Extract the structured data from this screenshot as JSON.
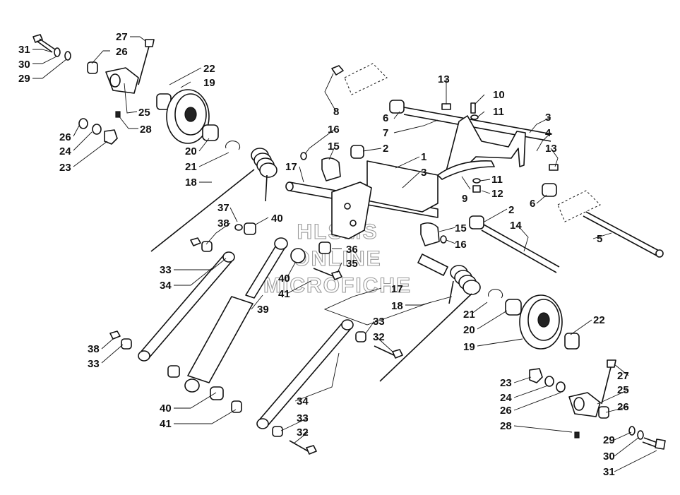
{
  "watermark": {
    "line1": "HLSMS",
    "line2": "ONLINE",
    "line3": "MICROFICHE"
  },
  "callouts": [
    {
      "id": "c31a",
      "text": "31"
    },
    {
      "id": "c30a",
      "text": "30"
    },
    {
      "id": "c29a",
      "text": "29"
    },
    {
      "id": "c27a",
      "text": "27"
    },
    {
      "id": "c26a",
      "text": "26"
    },
    {
      "id": "c22a",
      "text": "22"
    },
    {
      "id": "c19a",
      "text": "19"
    },
    {
      "id": "c25a",
      "text": "25"
    },
    {
      "id": "c28a",
      "text": "28"
    },
    {
      "id": "c26b",
      "text": "26"
    },
    {
      "id": "c24a",
      "text": "24"
    },
    {
      "id": "c23a",
      "text": "23"
    },
    {
      "id": "c20a",
      "text": "20"
    },
    {
      "id": "c21a",
      "text": "21"
    },
    {
      "id": "c18a",
      "text": "18"
    },
    {
      "id": "c8",
      "text": "8"
    },
    {
      "id": "c16a",
      "text": "16"
    },
    {
      "id": "c15a",
      "text": "15"
    },
    {
      "id": "c17a",
      "text": "17"
    },
    {
      "id": "c2a",
      "text": "2"
    },
    {
      "id": "c1",
      "text": "1"
    },
    {
      "id": "c3a",
      "text": "3"
    },
    {
      "id": "c6a",
      "text": "6"
    },
    {
      "id": "c7",
      "text": "7"
    },
    {
      "id": "c13a",
      "text": "13"
    },
    {
      "id": "c10",
      "text": "10"
    },
    {
      "id": "c11a",
      "text": "11"
    },
    {
      "id": "c3b",
      "text": "3"
    },
    {
      "id": "c4",
      "text": "4"
    },
    {
      "id": "c13b",
      "text": "13"
    },
    {
      "id": "c11b",
      "text": "11"
    },
    {
      "id": "c12",
      "text": "12"
    },
    {
      "id": "c9",
      "text": "9"
    },
    {
      "id": "c6b",
      "text": "6"
    },
    {
      "id": "c2b",
      "text": "2"
    },
    {
      "id": "c14",
      "text": "14"
    },
    {
      "id": "c5",
      "text": "5"
    },
    {
      "id": "c15b",
      "text": "15"
    },
    {
      "id": "c16b",
      "text": "16"
    },
    {
      "id": "c37",
      "text": "37"
    },
    {
      "id": "c38a",
      "text": "38"
    },
    {
      "id": "c40a",
      "text": "40"
    },
    {
      "id": "c36",
      "text": "36"
    },
    {
      "id": "c35",
      "text": "35"
    },
    {
      "id": "c33a",
      "text": "33"
    },
    {
      "id": "c34a",
      "text": "34"
    },
    {
      "id": "c40b",
      "text": "40"
    },
    {
      "id": "c41a",
      "text": "41"
    },
    {
      "id": "c39",
      "text": "39"
    },
    {
      "id": "c17b",
      "text": "17"
    },
    {
      "id": "c18b",
      "text": "18"
    },
    {
      "id": "c21b",
      "text": "21"
    },
    {
      "id": "c20b",
      "text": "20"
    },
    {
      "id": "c19b",
      "text": "19"
    },
    {
      "id": "c22b",
      "text": "22"
    },
    {
      "id": "c33b",
      "text": "33"
    },
    {
      "id": "c32a",
      "text": "32"
    },
    {
      "id": "c38b",
      "text": "38"
    },
    {
      "id": "c33c",
      "text": "33"
    },
    {
      "id": "c40c",
      "text": "40"
    },
    {
      "id": "c41b",
      "text": "41"
    },
    {
      "id": "c34b",
      "text": "34"
    },
    {
      "id": "c33d",
      "text": "33"
    },
    {
      "id": "c32b",
      "text": "32"
    },
    {
      "id": "c23b",
      "text": "23"
    },
    {
      "id": "c27b",
      "text": "27"
    },
    {
      "id": "c24b",
      "text": "24"
    },
    {
      "id": "c25b",
      "text": "25"
    },
    {
      "id": "c26c",
      "text": "26"
    },
    {
      "id": "c26d",
      "text": "26"
    },
    {
      "id": "c28b",
      "text": "28"
    },
    {
      "id": "c29b",
      "text": "29"
    },
    {
      "id": "c30b",
      "text": "30"
    },
    {
      "id": "c31b",
      "text": "31"
    }
  ]
}
